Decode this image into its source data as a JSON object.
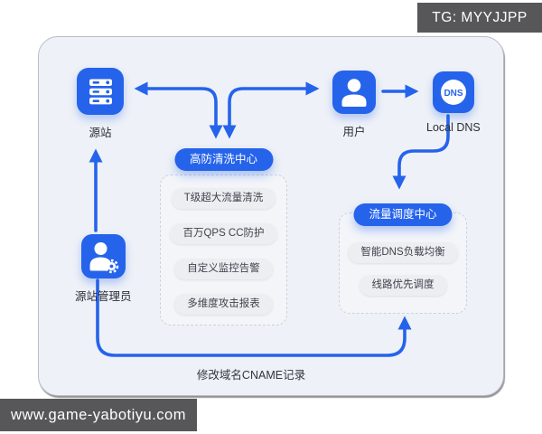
{
  "watermarks": {
    "tg": "TG: MYYJJPP",
    "site": "www.game-yabotiyu.com"
  },
  "nodes": {
    "origin": {
      "label": "源站"
    },
    "user": {
      "label": "用户"
    },
    "local_dns": {
      "label": "Local DNS",
      "icon_text": "DNS"
    },
    "admin": {
      "label": "源站管理员"
    }
  },
  "clusters": {
    "scrubbing": {
      "title": "高防清洗中心",
      "items": [
        "T级超大流量清洗",
        "百万QPS CC防护",
        "自定义监控告警",
        "多维度攻击报表"
      ]
    },
    "scheduling": {
      "title": "流量调度中心",
      "items": [
        "智能DNS负载均衡",
        "线路优先调度"
      ]
    }
  },
  "edges": {
    "cname_label": "修改域名CNAME记录"
  },
  "colors": {
    "primary": "#2563eb",
    "panel_bg": "#eef1f7",
    "pill_bg": "#eceef2",
    "watermark_bg": "#57575a"
  }
}
